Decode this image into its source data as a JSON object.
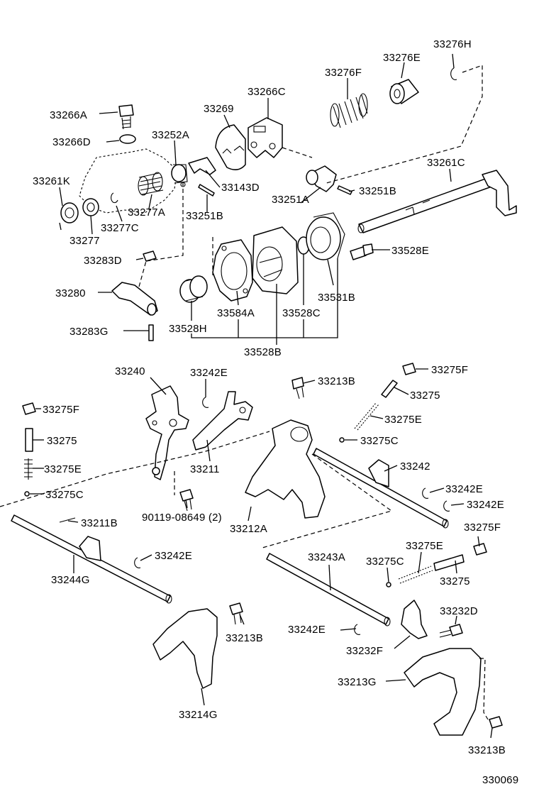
{
  "diagram_id": "330069",
  "labels": {
    "p33276H": "33276H",
    "p33276E": "33276E",
    "p33276F": "33276F",
    "p33266C": "33266C",
    "p33266A": "33266A",
    "p33269": "33269",
    "p33266D": "33266D",
    "p33252A": "33252A",
    "p33261C": "33261C",
    "p33261K": "33261K",
    "p33143D": "33143D",
    "p33251B_right": "33251B",
    "p33251A": "33251A",
    "p33277A": "33277A",
    "p33251B_left": "33251B",
    "p33277C": "33277C",
    "p33277": "33277",
    "p33528E": "33528E",
    "p33283D": "33283D",
    "p33531B": "33531B",
    "p33280": "33280",
    "p33584A": "33584A",
    "p33528C": "33528C",
    "p33283G": "33283G",
    "p33528H": "33528H",
    "p33528B": "33528B",
    "p33240": "33240",
    "p33242E_top": "33242E",
    "p33213B_top": "33213B",
    "p33275F_right": "33275F",
    "p33275_right": "33275",
    "p33275F_left": "33275F",
    "p33275E_right": "33275E",
    "p33275_left": "33275",
    "p33275C_right": "33275C",
    "p33275E_left": "33275E",
    "p33242": "33242",
    "p33211": "33211",
    "p33275C_left": "33275C",
    "p33242E_r1": "33242E",
    "p90119": "90119-08649 (2)",
    "p33242E_r2": "33242E",
    "p33211B": "33211B",
    "p33212A": "33212A",
    "p33275F_low": "33275F",
    "p33243A": "33243A",
    "p33275E_low": "33275E",
    "p33242E_mid": "33242E",
    "p33275C_low": "33275C",
    "p33244G": "33244G",
    "p33275_low": "33275",
    "p33232D": "33232D",
    "p33213B_mid": "33213B",
    "p33242E_low": "33242E",
    "p33232F": "33232F",
    "p33213G": "33213G",
    "p33214G": "33214G",
    "p33213B_low": "33213B"
  }
}
